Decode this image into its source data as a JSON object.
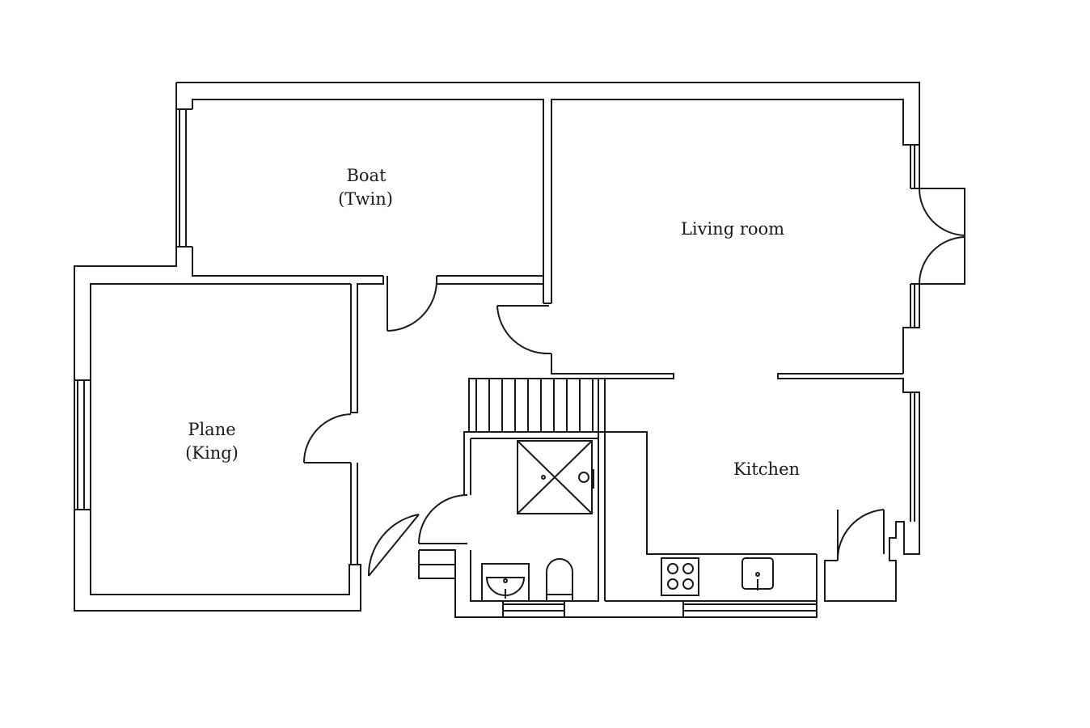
{
  "floor_plan": {
    "rooms": {
      "boat": {
        "name": "Boat",
        "bed": "(Twin)"
      },
      "living": {
        "name": "Living room"
      },
      "plane": {
        "name": "Plane",
        "bed": "(King)"
      },
      "kitchen": {
        "name": "Kitchen"
      }
    },
    "icons": [
      "shower-icon",
      "washbasin-icon",
      "toilet-icon",
      "hob-icon",
      "sink-icon",
      "staircase-icon",
      "door-swing-icon",
      "window-icon"
    ],
    "colors": {
      "line": "#1a1a1a",
      "background": "#ffffff"
    }
  }
}
